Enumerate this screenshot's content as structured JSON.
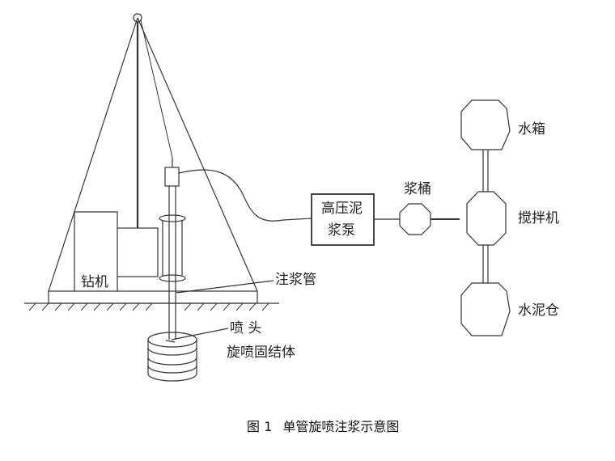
{
  "labels": {
    "drill": "钻机",
    "grout_pipe": "注浆管",
    "nozzle": "喷 头",
    "solidified_body": "旋喷固结体",
    "pump_line1": "高压泥",
    "pump_line2": "浆泵",
    "grout_tank": "浆桶",
    "water_tank": "水箱",
    "mixer": "搅拌机",
    "cement_silo": "水泥仓"
  },
  "caption": {
    "number": "图 1",
    "title": "单管旋喷注浆示意图"
  },
  "colors": {
    "stroke": "#333333",
    "text": "#222222",
    "background": "#ffffff"
  }
}
